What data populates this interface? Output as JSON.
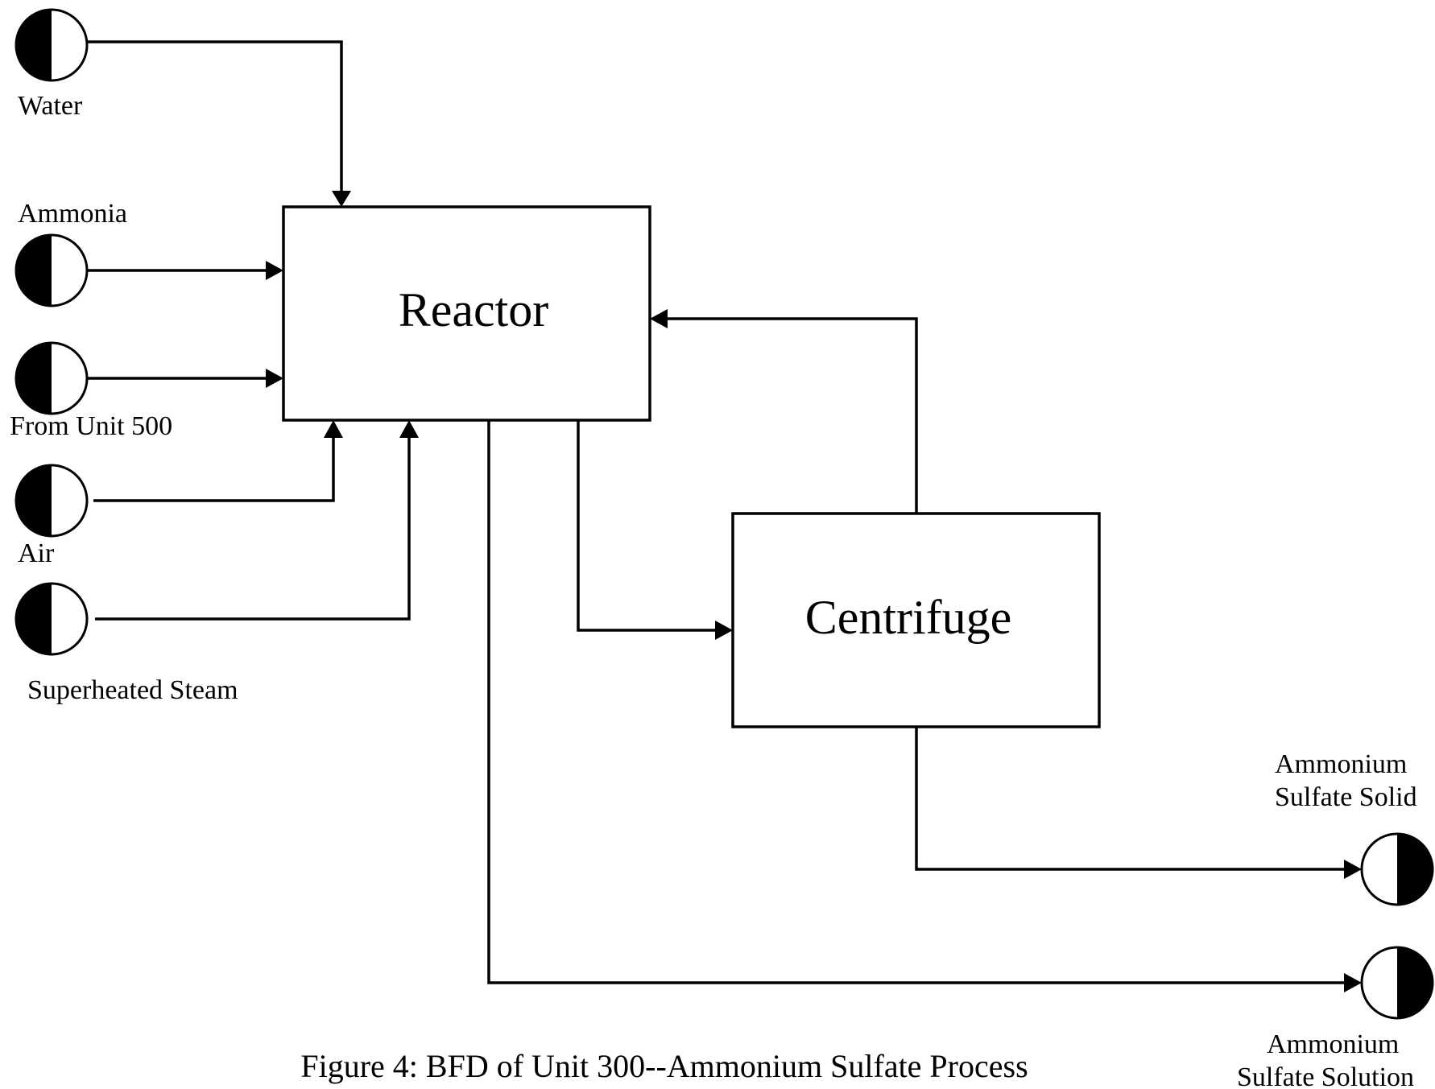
{
  "blocks": {
    "reactor": "Reactor",
    "centrifuge": "Centrifuge"
  },
  "inputs": {
    "water": "Water",
    "ammonia": "Ammonia",
    "from_unit_500": "From Unit 500",
    "air": "Air",
    "superheated_steam": "Superheated Steam"
  },
  "outputs": {
    "solid_line1": "Ammonium",
    "solid_line2": "Sulfate Solid",
    "solution_line1": "Ammonium",
    "solution_line2": "Sulfate Solution"
  },
  "caption": "Figure 4: BFD of Unit 300--Ammonium Sulfate Process"
}
